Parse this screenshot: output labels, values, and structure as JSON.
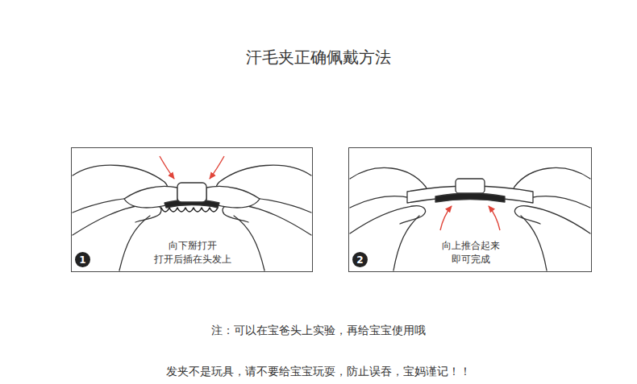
{
  "diagram": {
    "title": "汗毛夹正确佩戴方法",
    "nodes": [
      {
        "text": [
          "向下掰打开 打开后插在头发上"
        ]
      },
      {
        "text": [
          "1"
        ],
        "in": 0
      },
      {
        "text": [
          "向上推合起来 即可完成"
        ]
      },
      {
        "text": [
          "2"
        ],
        "in": 2
      }
    ],
    "labels": [
      "注：可以在宝爸头上实验，再给宝宝使用哦",
      "发夹不是玩具，请不要给宝宝玩耍，防止误吞，宝妈谨记！！"
    ]
  }
}
